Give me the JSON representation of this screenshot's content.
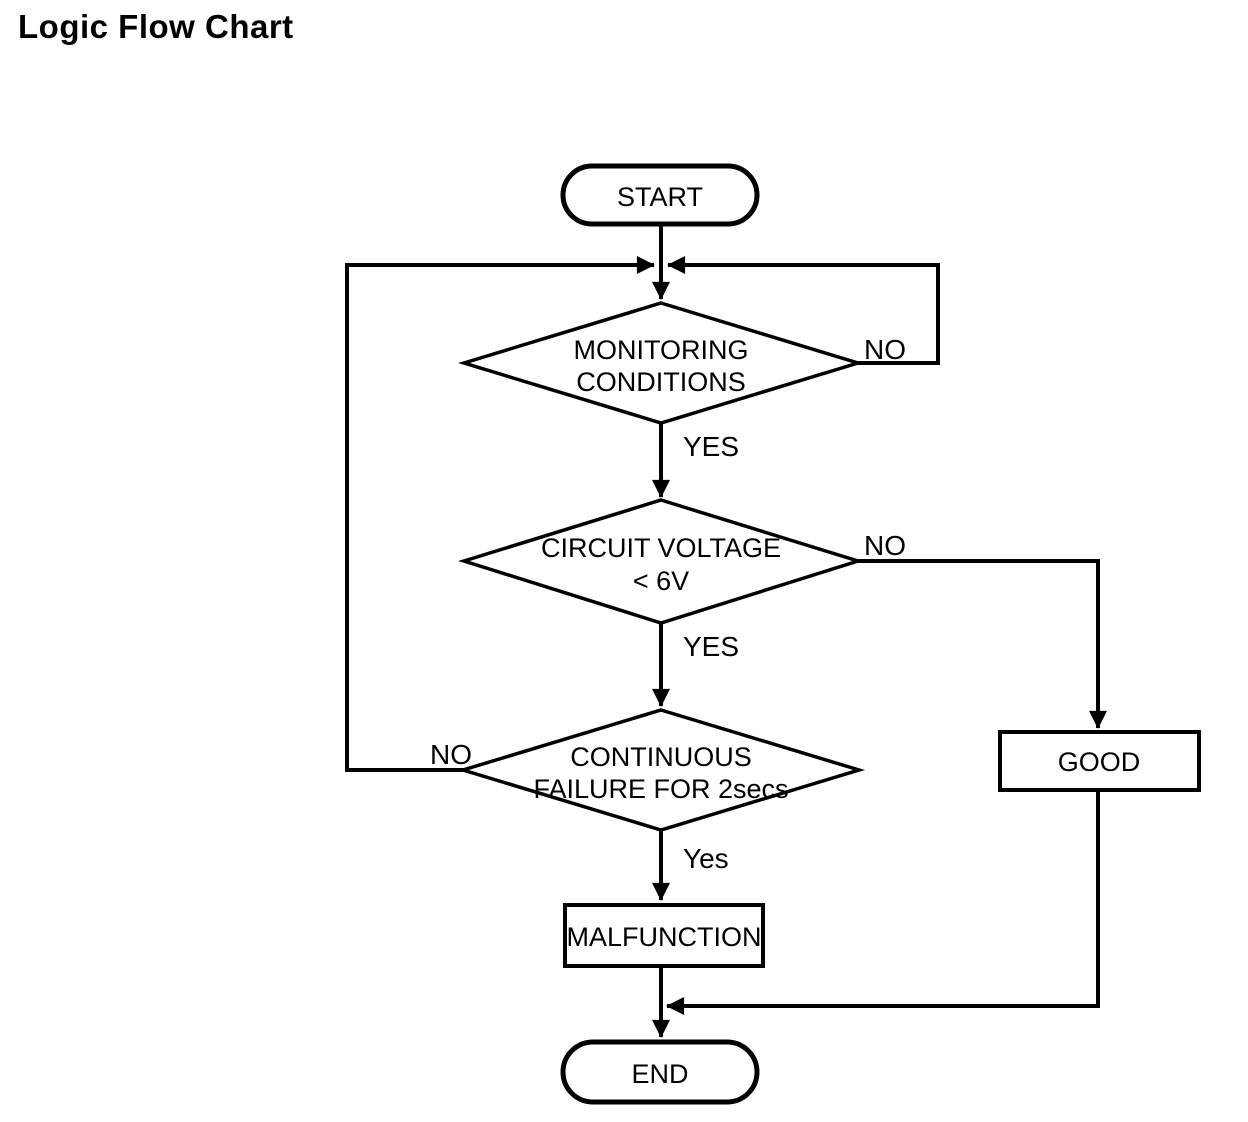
{
  "title": "Logic Flow Chart",
  "colors": {
    "line": "#000000",
    "background": "#ffffff",
    "text": "#000000"
  },
  "nodes": {
    "start": {
      "type": "terminator",
      "label": "START"
    },
    "monitoring": {
      "type": "decision",
      "line1": "MONITORING",
      "line2": "CONDITIONS"
    },
    "voltage": {
      "type": "decision",
      "line1": "CIRCUIT VOLTAGE",
      "line2": "< 6V"
    },
    "continuous": {
      "type": "decision",
      "line1": "CONTINUOUS",
      "line2": "FAILURE FOR 2secs"
    },
    "good": {
      "type": "process",
      "label": "GOOD"
    },
    "malfunction": {
      "type": "process",
      "label": "MALFUNCTION"
    },
    "end": {
      "type": "terminator",
      "label": "END"
    }
  },
  "edges": {
    "monitoring_no": "NO",
    "monitoring_yes": "YES",
    "voltage_no": "NO",
    "voltage_yes": "YES",
    "continuous_no": "NO",
    "continuous_yes": "Yes"
  }
}
